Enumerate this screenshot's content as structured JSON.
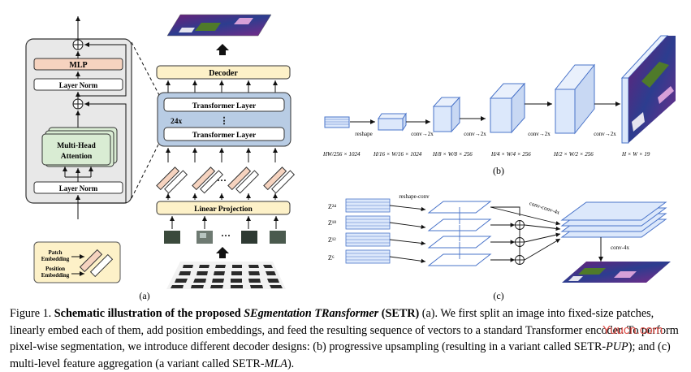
{
  "panel_a": {
    "mlp": "MLP",
    "layer_norm_top": "Layer Norm",
    "mha_line1": "Multi-Head",
    "mha_line2": "Attention",
    "layer_norm_bottom": "Layer Norm",
    "decoder": "Decoder",
    "transformer_layer_top": "Transformer Layer",
    "repeat": "24x",
    "vdots": "⋮",
    "transformer_layer_bottom": "Transformer Layer",
    "linear_projection": "Linear Projection",
    "patch_ellipsis": "···",
    "legend_patch_1": "Patch",
    "legend_patch_2": "Embedding",
    "legend_pos_1": "Position",
    "legend_pos_2": "Embedding",
    "label": "(a)"
  },
  "panel_b": {
    "reshape": "reshape",
    "conv1": "conv→2x",
    "conv2": "conv→2x",
    "conv3": "conv→2x",
    "conv4": "conv→2x",
    "dim0": "HW/256 × 1024",
    "dim1": "H/16 × W/16 × 1024",
    "dim2": "H/8 × W/8 × 256",
    "dim3": "H/4 × W/4 × 256",
    "dim4": "H/2 × W/2 × 256",
    "dim5": "H × W × 19",
    "label": "(b)"
  },
  "panel_c": {
    "z24": "Z²⁴",
    "z18": "Z¹⁸",
    "z12": "Z¹²",
    "z6": "Z⁶",
    "reshape_conv": "reshape-conv",
    "conv_conv_4x": "conv-conv-4x",
    "conv_4x": "conv-4x",
    "label": "(c)"
  },
  "caption": {
    "prefix": "Figure 1. ",
    "title": "Schematic illustration of the proposed ",
    "title_em": "SEgmentation TRansformer",
    "title_end": " (SETR)",
    "text1": " (a). We first split an image into fixed-size patches, linearly embed each of them, add position embeddings, and feed the resulting sequence of vectors to a standard Transformer encoder. To perform pixel-wise segmentation, we introduce different decoder designs: (b) progressive upsampling (resulting in a variant called SETR-",
    "pup": "PUP",
    "text2": "); and (c) multi-level feature aggregation (a variant called SETR-",
    "mla": "MLA",
    "text3": ")."
  },
  "watermark": "Yuucn.com",
  "colors": {
    "encoder_bg": "#e8e8e8",
    "mlp_fill": "#f6d3bf",
    "mha_fill": "#d9ecd3",
    "transformer_fill": "#b8cce4",
    "legend_fill": "#fdf1c8",
    "feature_fill": "#dce8fb",
    "feature_stroke": "#4a74c9",
    "seg_purple": "#8a2a8e",
    "seg_green": "#4f7a2a"
  }
}
